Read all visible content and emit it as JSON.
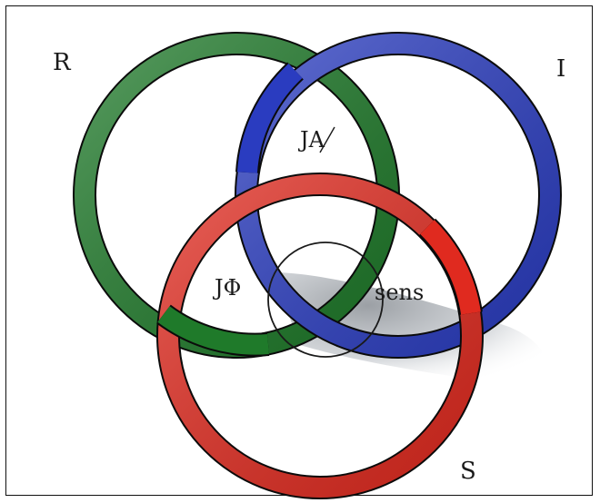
{
  "rings": [
    {
      "id": "R",
      "label": "R",
      "color": "#1f7a2a"
    },
    {
      "id": "I",
      "label": "I",
      "color": "#2a3cc0"
    },
    {
      "id": "S",
      "label": "S",
      "color": "#e02a1f"
    }
  ],
  "regions": {
    "ri": "JA",
    "rs": "JΦ",
    "is": "sens"
  },
  "small_circle": {
    "present": true
  }
}
